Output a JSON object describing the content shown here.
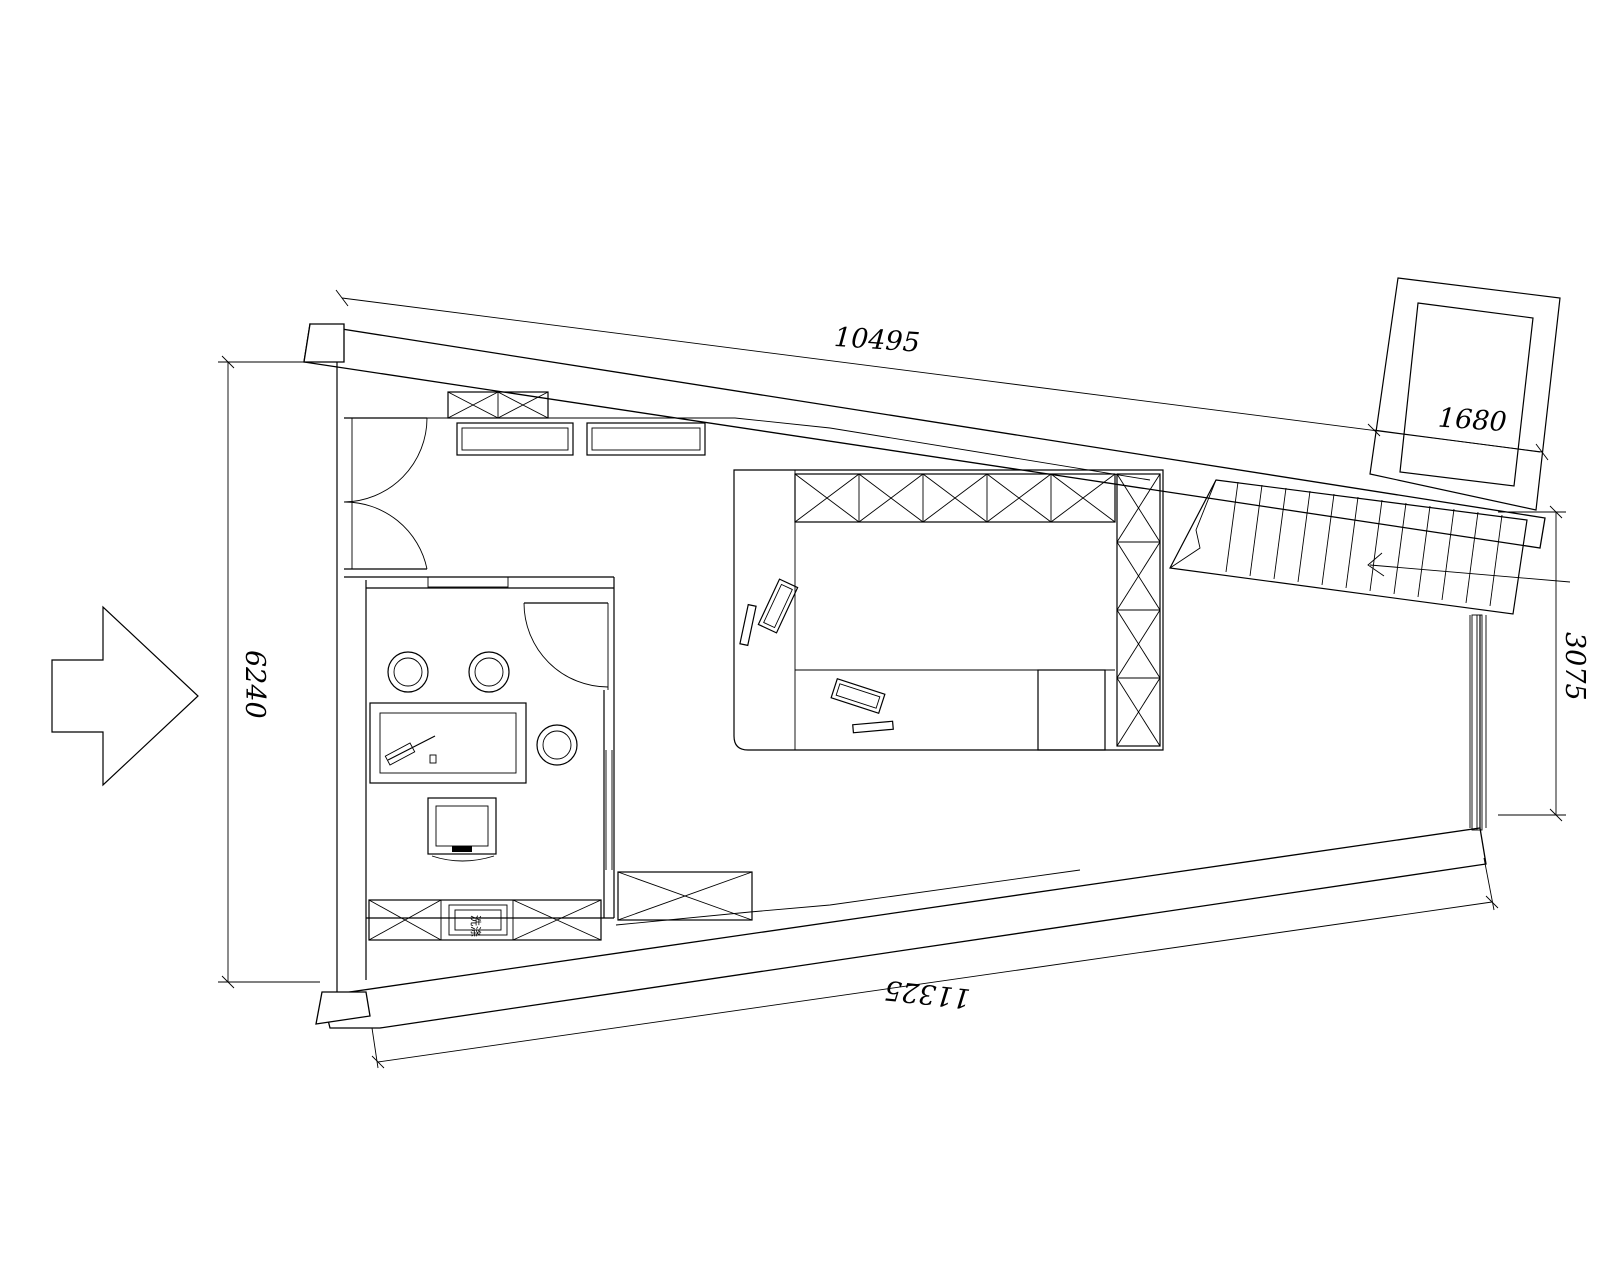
{
  "drawing": {
    "dimensions": {
      "top_width": "10495",
      "bottom_width": "11325",
      "left_height": "6240",
      "right_height": "3075",
      "balcony_width": "1680"
    },
    "labels": {
      "cabinet_tag": "洗涤"
    }
  }
}
